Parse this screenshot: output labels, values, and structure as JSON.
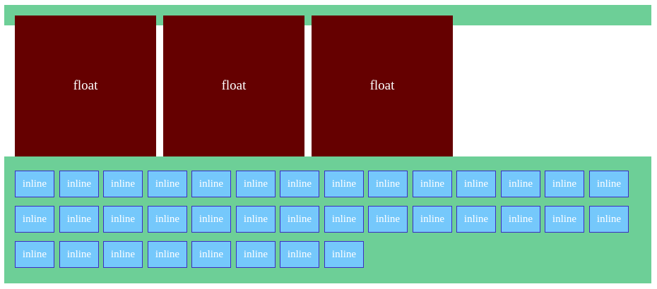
{
  "floats": [
    {
      "label": "float"
    },
    {
      "label": "float"
    },
    {
      "label": "float"
    }
  ],
  "inline_label": "inline",
  "inline_rows": [
    14,
    14,
    8
  ],
  "colors": {
    "band": "#6dcf97",
    "float_bg": "#650000",
    "inline_bg": "#75c8fb",
    "inline_border": "#3c2cc4",
    "text": "#ffffff"
  }
}
